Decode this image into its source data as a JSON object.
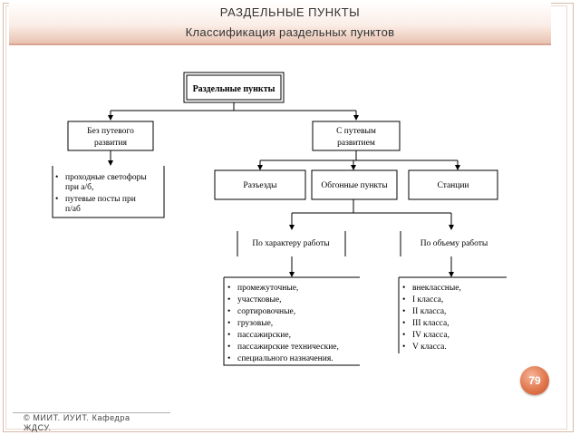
{
  "header": {
    "title": "РАЗДЕЛЬНЫЕ ПУНКТЫ",
    "subtitle": "Классификация раздельных пунктов"
  },
  "diagram": {
    "root": "Раздельные пункты",
    "no_track": {
      "line1": "Без путевого",
      "line2": "развития"
    },
    "with_track": {
      "line1": "С путевым",
      "line2": "развитием"
    },
    "no_track_list": [
      [
        "проходные светофоры",
        "при а/б,"
      ],
      [
        "путевые посты при",
        "п/аб"
      ]
    ],
    "categories": [
      "Разъезды",
      "Обгонные пункты",
      "Станции"
    ],
    "by_work": "По характеру работы",
    "by_volume": "По объему работы",
    "work_list": [
      "промежуточные,",
      "участковые,",
      "сортировочные,",
      "грузовые,",
      "пассажирские,",
      "пассажирские технические,",
      "специального назначения."
    ],
    "volume_list": [
      "внеклассные,",
      "I класса,",
      "II класса,",
      "III класса,",
      "IV класса,",
      "V класса."
    ]
  },
  "page_number": "79",
  "footer": {
    "line1": "© МИИТ. ИУИТ. Кафедра",
    "line2": "ЖДСУ."
  },
  "colors": {
    "accent": "#e0774d",
    "title_bar_bottom": "#e9c3b2"
  }
}
